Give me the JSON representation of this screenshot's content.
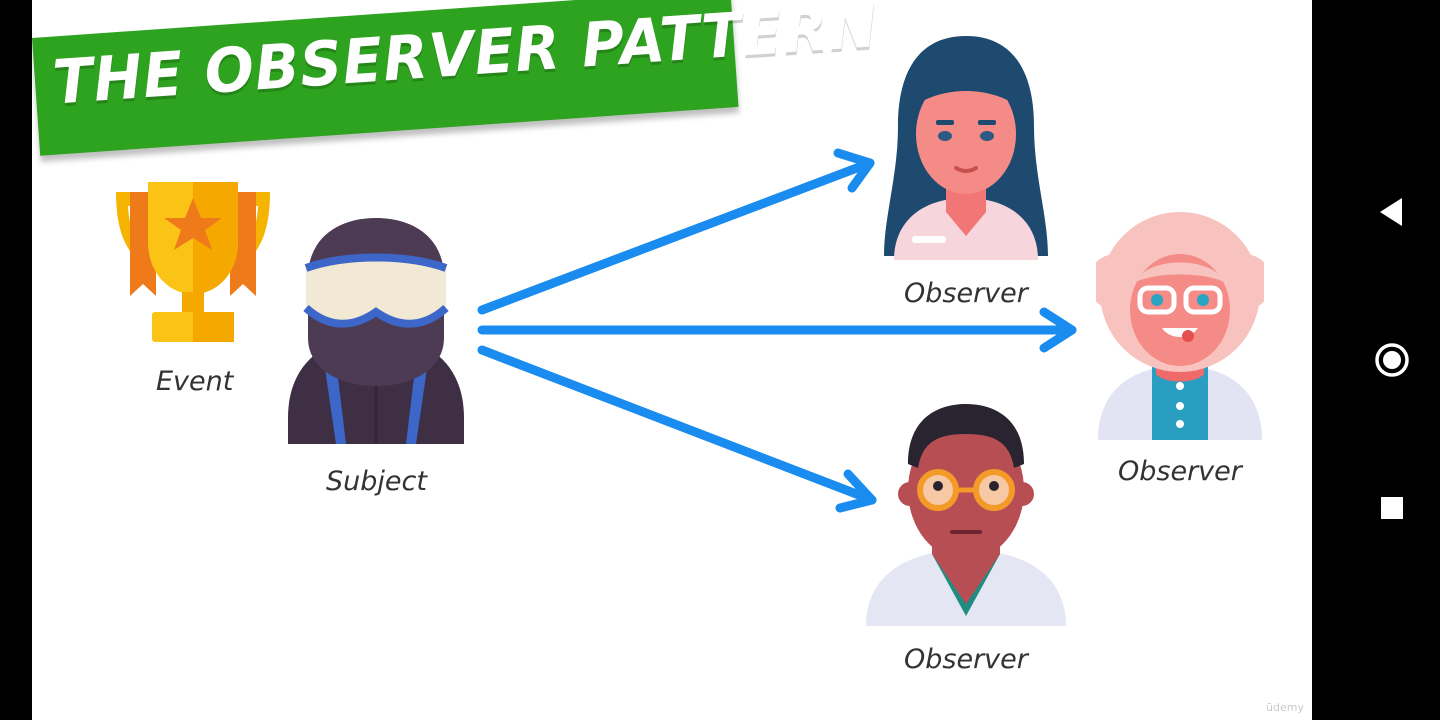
{
  "slide": {
    "title": "THE OBSERVER PATTERN",
    "labels": {
      "event": "Event",
      "subject": "Subject",
      "observer_top": "Observer",
      "observer_right": "Observer",
      "observer_bottom": "Observer"
    },
    "watermark": "ūdemy",
    "colors": {
      "banner": "#2ea31f",
      "arrow": "#1a8cf0",
      "label_text": "#333333"
    }
  },
  "navbar": {
    "buttons": [
      {
        "name": "back",
        "icon": "back-triangle-icon"
      },
      {
        "name": "home",
        "icon": "home-circle-icon"
      },
      {
        "name": "recents",
        "icon": "recents-square-icon"
      }
    ]
  }
}
